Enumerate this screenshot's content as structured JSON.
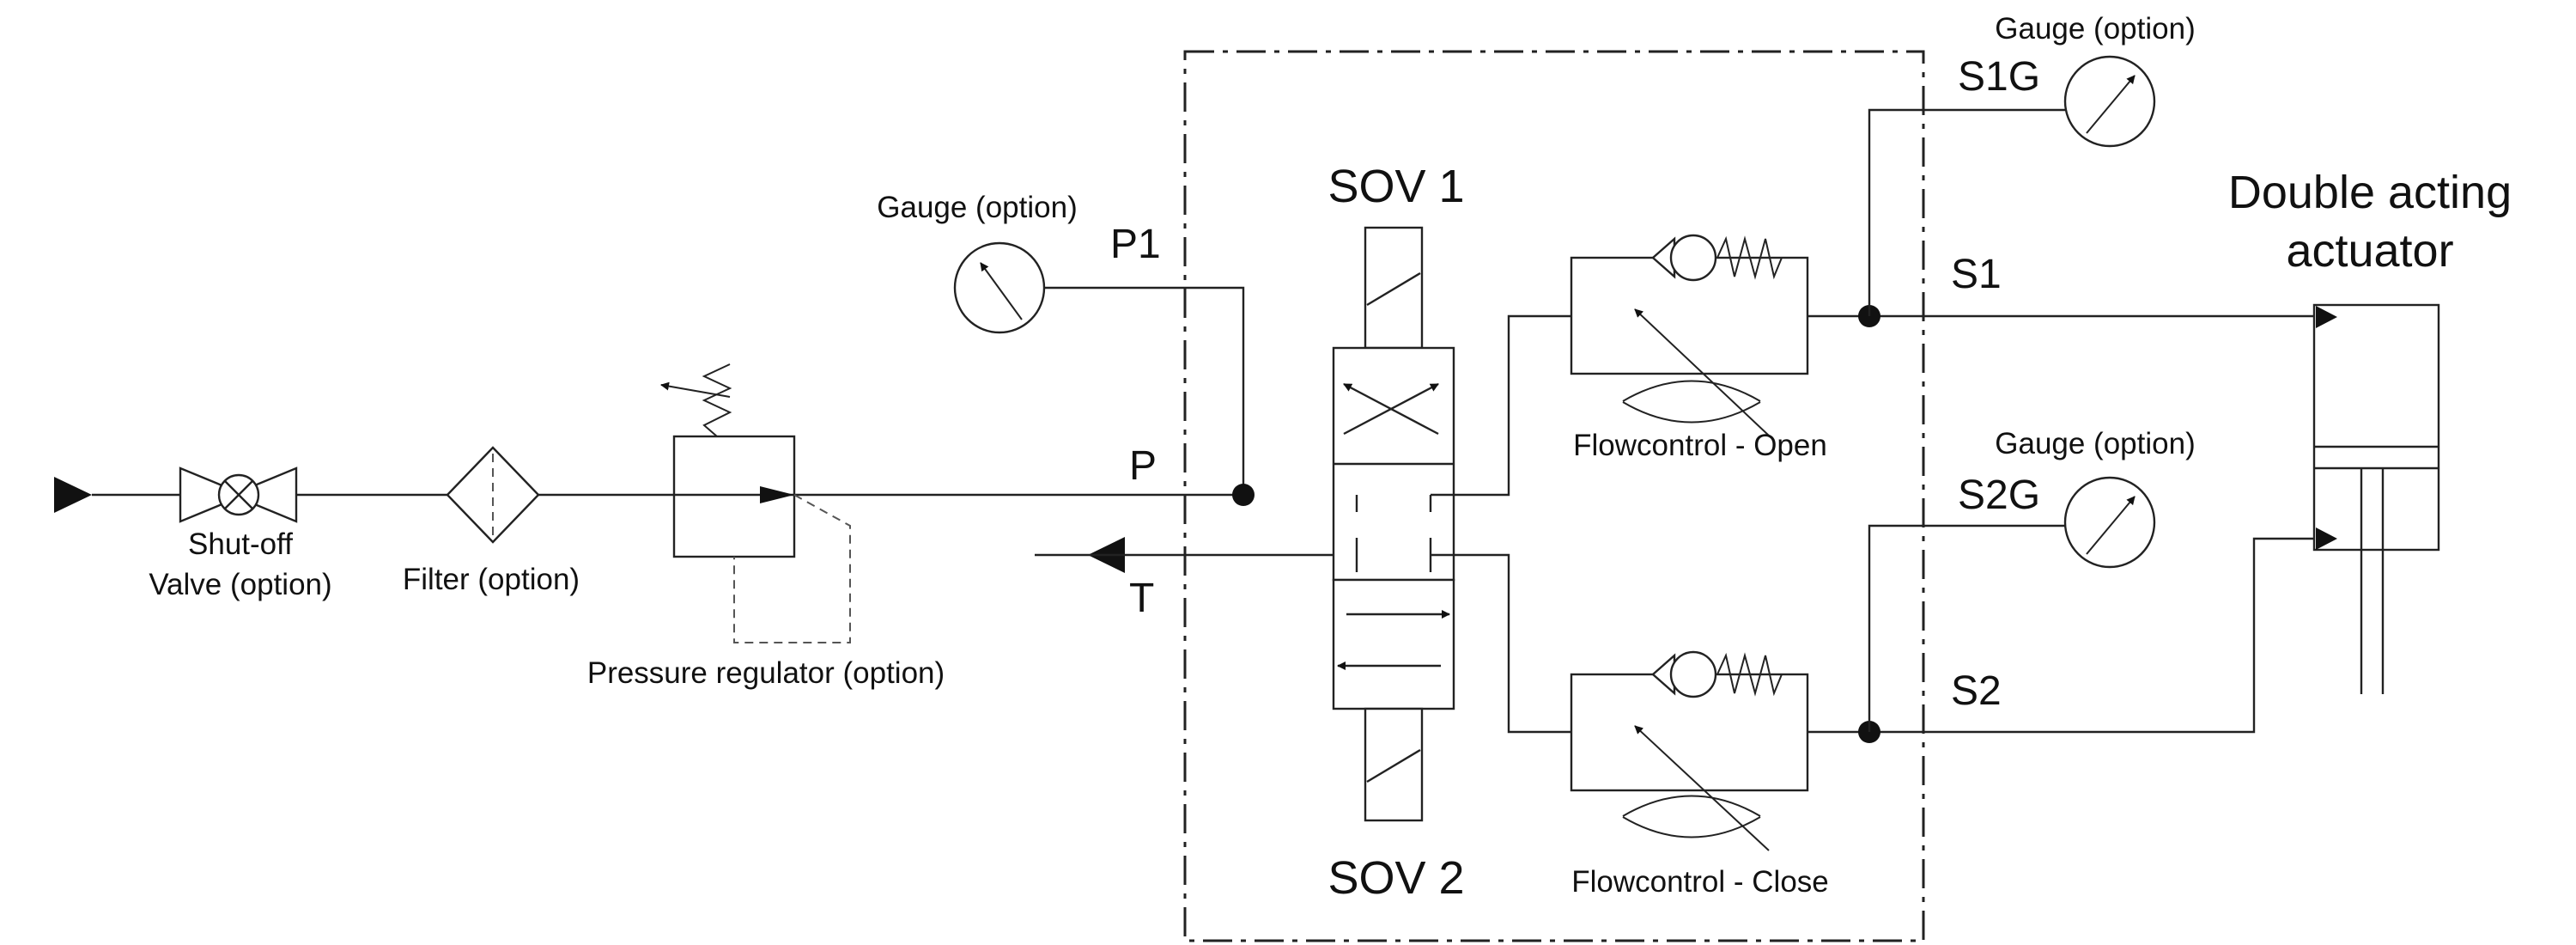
{
  "labels": {
    "shutoff_line1": "Shut-off",
    "shutoff_line2": "Valve (option)",
    "filter": "Filter (option)",
    "regulator": "Pressure regulator (option)",
    "gauge_p1": "Gauge (option)",
    "gauge_s1g": "Gauge (option)",
    "gauge_s2g": "Gauge (option)",
    "port_p1": "P1",
    "port_p": "P",
    "port_t": "T",
    "sov1": "SOV 1",
    "sov2": "SOV 2",
    "flow_open": "Flowcontrol - Open",
    "flow_close": "Flowcontrol - Close",
    "port_s1g": "S1G",
    "port_s1": "S1",
    "port_s2g": "S2G",
    "port_s2": "S2",
    "actuator_line1": "Double acting",
    "actuator_line2": "actuator"
  }
}
